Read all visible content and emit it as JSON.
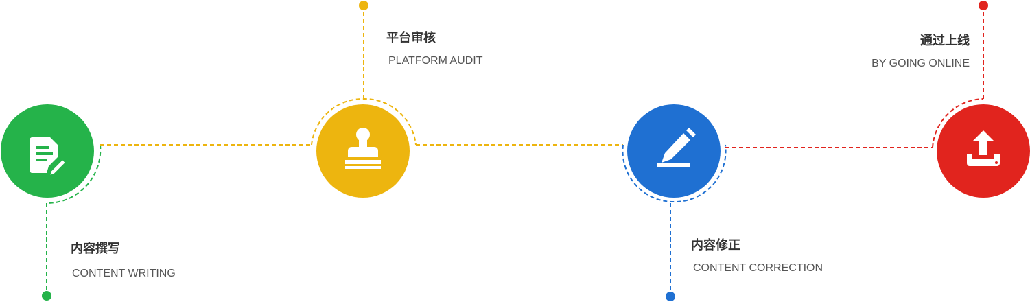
{
  "colors": {
    "green": "#25b34a",
    "yellow": "#edb50f",
    "blue": "#1f70d2",
    "red": "#e1241e"
  },
  "steps": [
    {
      "title": "内容撰写",
      "subtitle": "CONTENT WRITING",
      "icon": "document-edit-icon",
      "color": "green"
    },
    {
      "title": "平台审核",
      "subtitle": "PLATFORM AUDIT",
      "icon": "stamp-icon",
      "color": "yellow"
    },
    {
      "title": "内容修正",
      "subtitle": "CONTENT CORRECTION",
      "icon": "pen-icon",
      "color": "blue"
    },
    {
      "title": "通过上线",
      "subtitle": "BY GOING ONLINE",
      "icon": "upload-icon",
      "color": "red"
    }
  ]
}
